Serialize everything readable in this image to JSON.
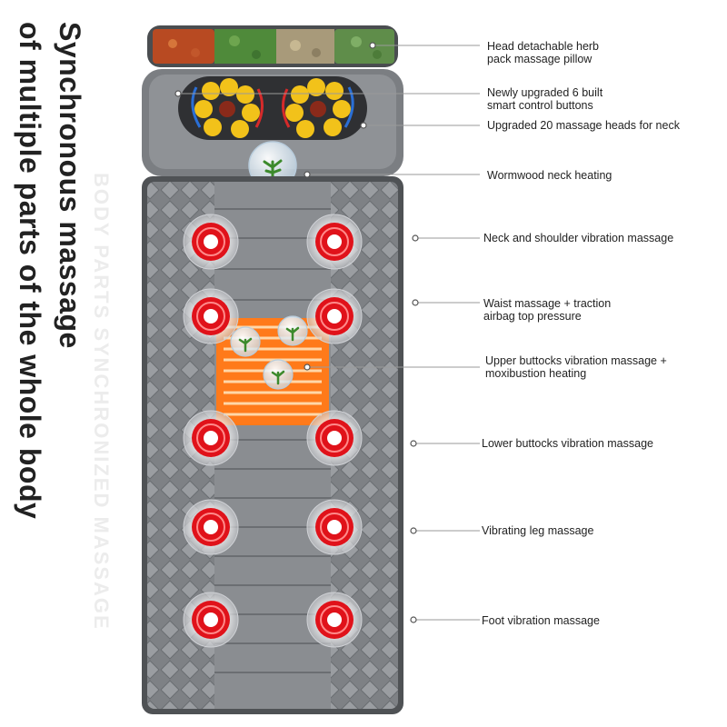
{
  "headline": {
    "line1": "Synchronous massage",
    "line2": "of multiple parts of the whole body"
  },
  "watermark": "BODY PARTS SYNCHRONIZED MASSAGE",
  "colors": {
    "mat_gray": "#8c8f93",
    "mat_dark": "#6f7276",
    "heat_orange": "#ff7a1a",
    "node_red": "#e0121a",
    "massage_yellow": "#f2c21a"
  },
  "callouts": [
    {
      "id": "pillow",
      "lines": [
        "Head detachable herb",
        "pack massage pillow"
      ]
    },
    {
      "id": "buttons",
      "lines": [
        "Newly upgraded 6 built",
        "smart control buttons"
      ]
    },
    {
      "id": "neck-heads",
      "lines": [
        "Upgraded 20 massage heads for neck"
      ]
    },
    {
      "id": "wormwood",
      "lines": [
        "Wormwood neck heating"
      ]
    },
    {
      "id": "neck-shoulder",
      "lines": [
        "Neck and shoulder vibration massage"
      ]
    },
    {
      "id": "waist",
      "lines": [
        "Waist massage + traction",
        "airbag top pressure"
      ]
    },
    {
      "id": "upper-buttocks",
      "lines": [
        "Upper buttocks vibration massage +",
        "moxibustion heating"
      ]
    },
    {
      "id": "lower-buttocks",
      "lines": [
        "Lower buttocks vibration massage"
      ]
    },
    {
      "id": "leg",
      "lines": [
        "Vibrating leg massage"
      ]
    },
    {
      "id": "foot",
      "lines": [
        "Foot vibration massage"
      ]
    }
  ]
}
